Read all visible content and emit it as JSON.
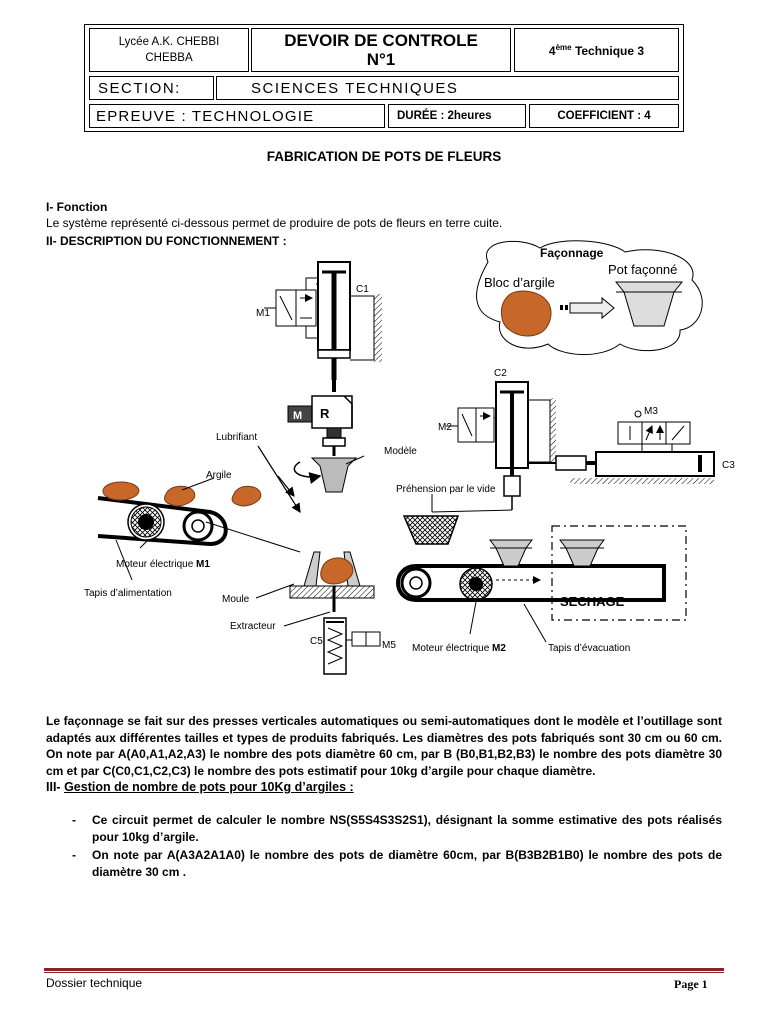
{
  "header": {
    "school_line1": "Lycée A.K. CHEBBI",
    "school_line2": "CHEBBA",
    "title_line1": "DEVOIR DE CONTROLE",
    "title_line2": "N°1",
    "class_sup": "ème",
    "class_num": "4",
    "class_rest": " Technique 3",
    "section_label": "SECTION:",
    "section_value": "SCIENCES  TECHNIQUES",
    "epreuve": "EPREUVE : TECHNOLOGIE",
    "duree": "DURÉE : 2heures",
    "coefficient": "COEFFICIENT : 4"
  },
  "main_title": "FABRICATION DE POTS DE FLEURS",
  "section1": {
    "heading": "I- Fonction",
    "text": "Le système représenté ci-dessous permet de produire de pots de fleurs en terre cuite."
  },
  "section2": {
    "heading": "II- DESCRIPTION DU FONCTIONNEMENT :"
  },
  "diagram": {
    "faconnage": "Façonnage",
    "bloc": "Bloc d’argile",
    "pot": "Pot façonné",
    "c1": "C1",
    "m1_valve": "M1",
    "m_motor": "M",
    "r_box": "R",
    "lubrifiant": "Lubrifiant",
    "modele": "Modèle",
    "argile": "Argile",
    "moteur1_prefix": "Moteur électrique ",
    "moteur1_suffix": "M1",
    "tapis_alim": "Tapis d’alimentation",
    "moule": "Moule",
    "extracteur": "Extracteur",
    "c5": "C5",
    "m5": "M5",
    "c2": "C2",
    "m2_valve": "M2",
    "m3": "M3",
    "c3": "C3",
    "prehension": "Préhension par le vide",
    "sechage": "SECHAGE",
    "moteur2_prefix": "Moteur électrique ",
    "moteur2_suffix": "M2",
    "tapis_evac": "Tapis d’évacuation"
  },
  "paragraph": "Le façonnage se fait sur des presses verticales automatiques ou semi-automatiques dont le modèle et l’outillage sont adaptés aux différentes tailles et types de produits fabriqués. Les diamètres des pots fabriqués sont 30 cm ou 60 cm. On note par A(A0,A1,A2,A3) le nombre des pots diamètre 60 cm, par B (B0,B1,B2,B3) le nombre des pots diamètre 30 cm et par C(C0,C1,C2,C3) le nombre des pots estimatif pour 10kg d’argile pour chaque diamètre.",
  "section3": {
    "prefix": "III- ",
    "heading": "Gestion de nombre de pots pour 10Kg d’argiles :"
  },
  "bullets": [
    "Ce circuit permet de calculer le nombre NS(S5S4S3S2S1), désignant la somme estimative des pots réalisés pour 10kg d’argile.",
    "On note par A(A3A2A1A0) le nombre des pots de diamètre 60cm, par B(B3B2B1B0) le nombre des pots de diamètre 30 cm ."
  ],
  "footer": {
    "left": "Dossier technique",
    "right": "Page 1",
    "rule_color": "#8b2323"
  }
}
